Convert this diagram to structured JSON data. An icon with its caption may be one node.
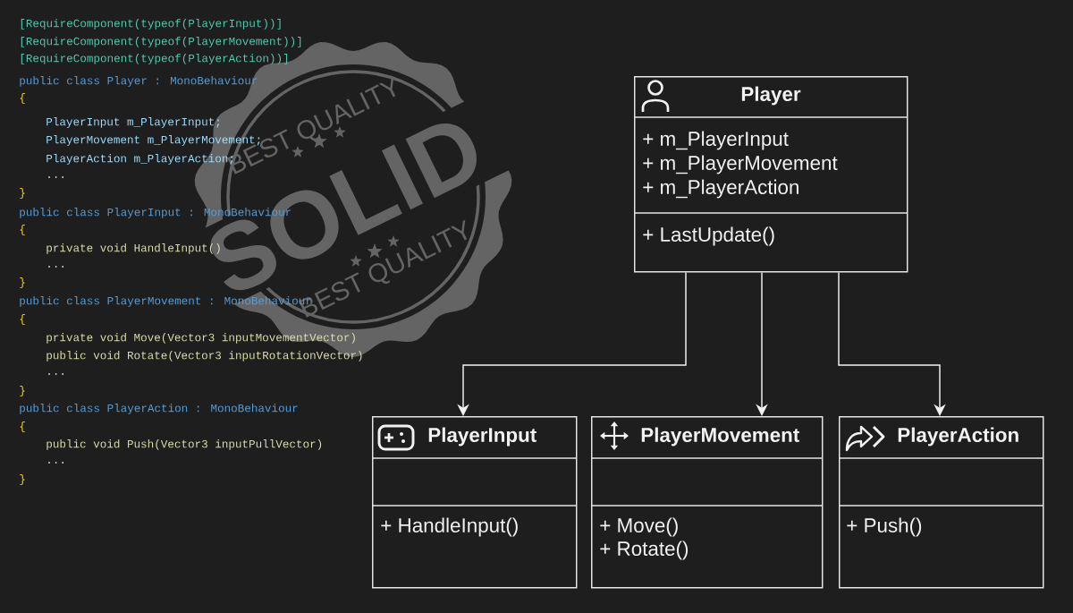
{
  "diagram": {
    "nodes": [
      {
        "text": [
          "Player",
          "+ m_PlayerInput",
          "+ m_PlayerMovement",
          "+ m_PlayerAction",
          "+ LastUpdate()"
        ]
      },
      {
        "text": [
          "PlayerInput",
          "+ HandleInput()"
        ]
      },
      {
        "text": [
          "PlayerMovement",
          "+ Move()",
          "+ Rotate()"
        ]
      },
      {
        "text": [
          "PlayerAction",
          "+ Push()"
        ]
      }
    ],
    "edges": [
      {
        "from": 0,
        "to": 1,
        "arrow": "to"
      },
      {
        "from": 0,
        "to": 2,
        "arrow": "to"
      },
      {
        "from": 0,
        "to": 3,
        "arrow": "to"
      }
    ],
    "labels": [
      "[RequireComponent(typeof(PlayerInput))]",
      "[RequireComponent(typeof(PlayerMovement))]",
      "[RequireComponent(typeof(PlayerAction))]",
      "public class Player : MonoBehaviour",
      "{",
      "PlayerInput m_PlayerInput;",
      "PlayerMovement m_PlayerMovement;",
      "PlayerAction m_PlayerAction;",
      "...",
      "}",
      "public class PlayerInput : MonoBehaviour",
      "{",
      "private void HandleInput()",
      "...",
      "}",
      "public class PlayerMovement : MonoBehaviour",
      "{",
      "private void Move(Vector3 inputMovementVector)",
      "public void Rotate(Vector3 inputRotationVector)",
      "...",
      "}",
      "public class PlayerAction : MonoBehaviour",
      "{",
      "public void Push(Vector3 inputPullVector)",
      "...",
      "}",
      "BEST QUALITY",
      "SOLID",
      "BEST QUALITY"
    ]
  }
}
